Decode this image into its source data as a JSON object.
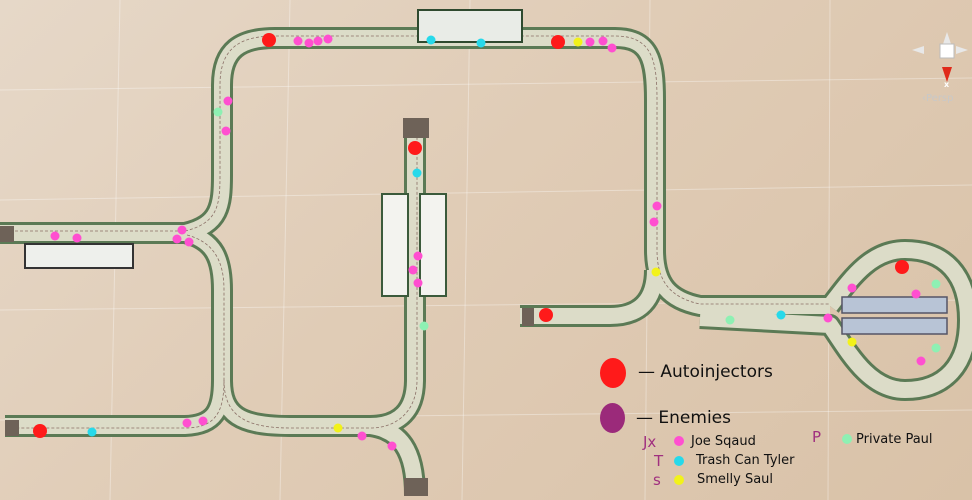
{
  "legend": {
    "autoinjectors_label": "— Autoinjectors",
    "enemies_label": "— Enemies",
    "autoinjector_color": "#ff1a1a",
    "enemy_color": "#9b2a7a",
    "characters": [
      {
        "tag": "Jx",
        "name": "Joe Sqaud",
        "color": "#ff4fd0"
      },
      {
        "tag": "T",
        "name": "Trash Can Tyler",
        "color": "#27d9ea"
      },
      {
        "tag": "s",
        "name": "Smelly Saul",
        "color": "#f2f21a"
      },
      {
        "tag": "P",
        "name": "Private Paul",
        "color": "#8ef0b3"
      }
    ]
  },
  "view_gizmo": {
    "projection_label": "‹Persp",
    "axis_label": "x"
  }
}
